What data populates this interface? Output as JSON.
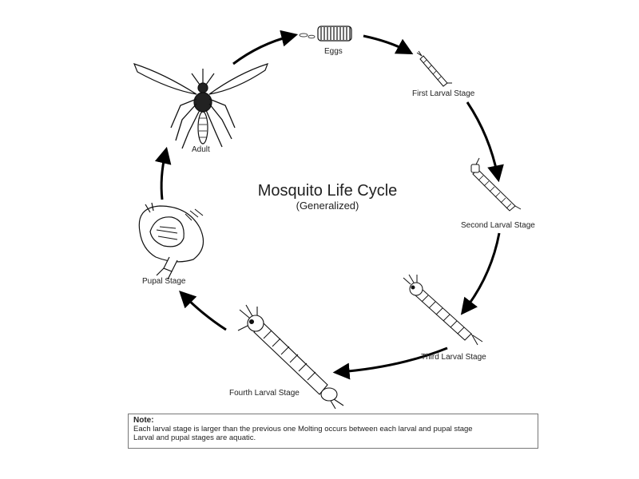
{
  "title": "Mosquito Life Cycle",
  "subtitle": "(Generalized)",
  "stages": {
    "eggs": "Eggs",
    "first_larval": "First Larval Stage",
    "second_larval": "Second Larval Stage",
    "third_larval": "Third Larval Stage",
    "fourth_larval": "Fourth Larval Stage",
    "pupal": "Pupal Stage",
    "adult": "Adult"
  },
  "note": {
    "heading": "Note:",
    "line1": "Each larval stage is larger than the previous one   Molting occurs between each larval and pupal stage",
    "line2": "Larval and pupal stages are aquatic."
  }
}
